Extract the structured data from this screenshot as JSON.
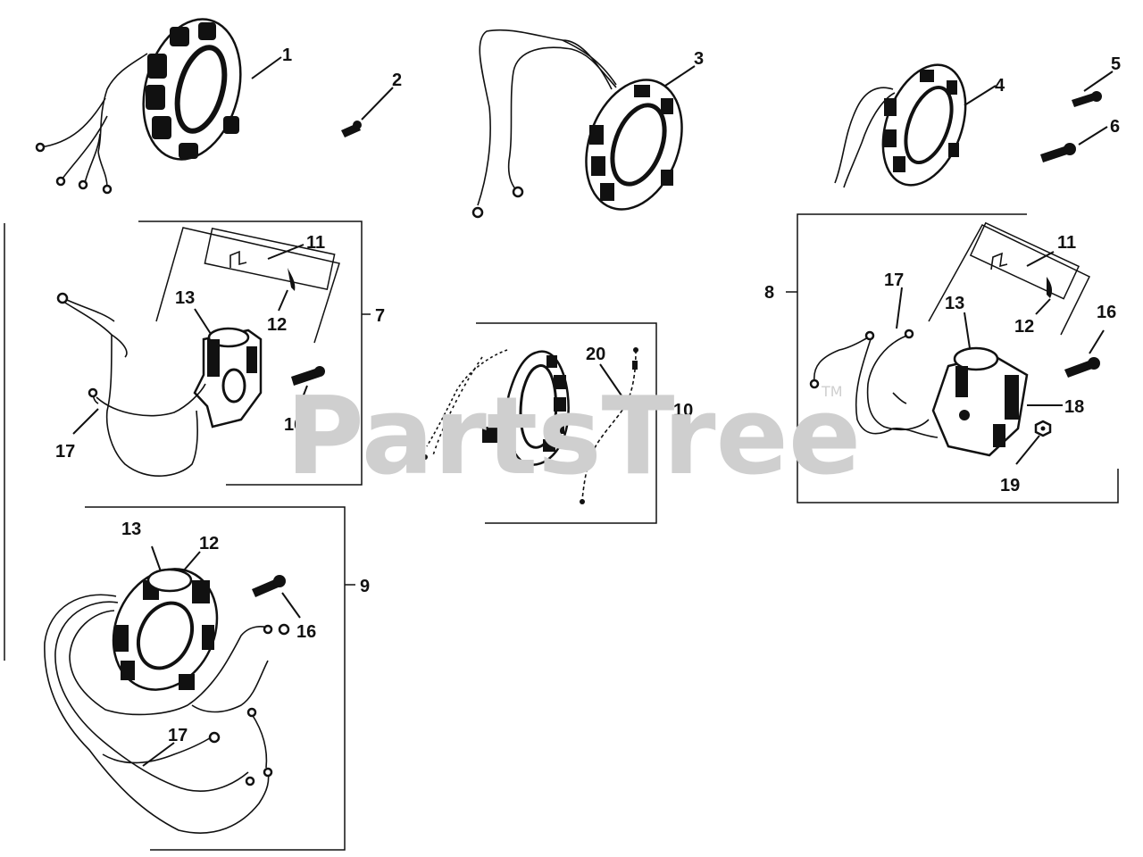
{
  "watermark": {
    "text": "PartsTree",
    "trademark": "TM",
    "color": "#cfcfcf"
  },
  "callouts": {
    "c1": "1",
    "c2": "2",
    "c3": "3",
    "c4": "4",
    "c5": "5",
    "c6": "6",
    "c7": "7",
    "c8": "8",
    "c9": "9",
    "c10": "10",
    "c11a": "11",
    "c11b": "11",
    "c12a": "12",
    "c12b": "12",
    "c12c": "12",
    "c13a": "13",
    "c13b": "13",
    "c13c": "13",
    "c16a": "16",
    "c16b": "16",
    "c16c": "16",
    "c17a": "17",
    "c17b": "17",
    "c17c": "17",
    "c18": "18",
    "c19": "19",
    "c20": "20"
  },
  "icons": [
    "stator-icon",
    "screw-icon",
    "ignition-module-icon",
    "wire-harness-icon"
  ]
}
